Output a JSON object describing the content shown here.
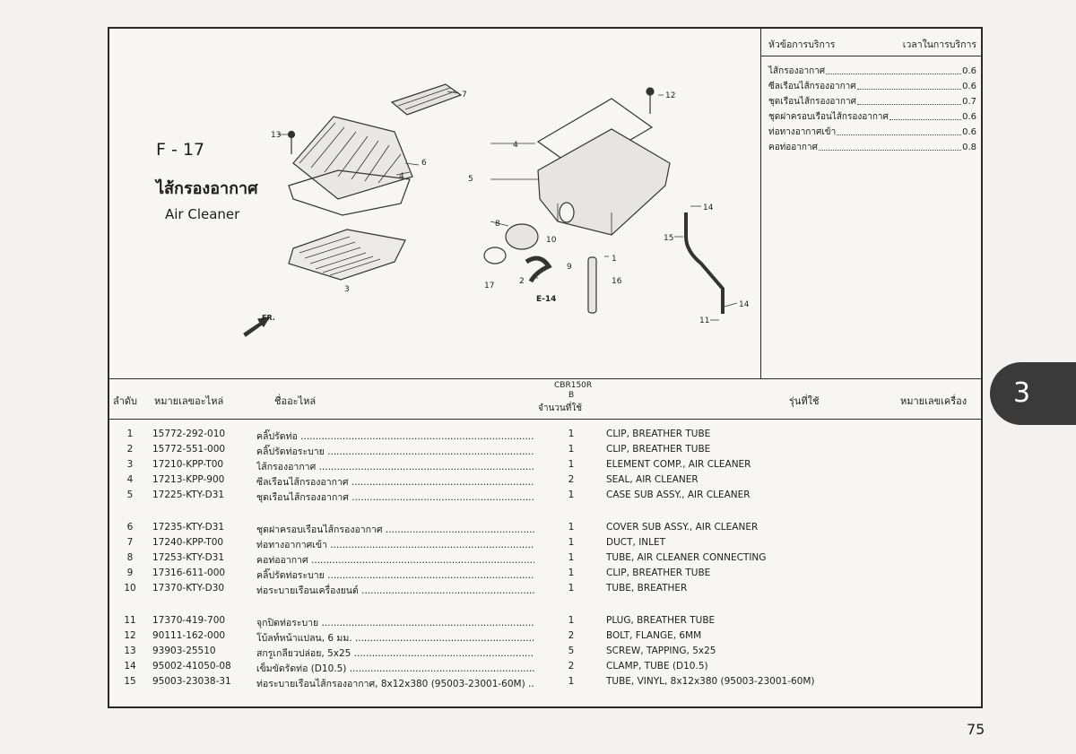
{
  "figure": {
    "code": "F - 17",
    "title_thai": "ไส้กรองอากาศ",
    "title_en": "Air Cleaner",
    "callouts": [
      "1",
      "2",
      "3",
      "4",
      "4",
      "5",
      "6",
      "7",
      "8",
      "9",
      "10",
      "11",
      "12",
      "13",
      "14",
      "14",
      "15",
      "16",
      "17"
    ],
    "ref_label": "E-14",
    "front_label": "FR."
  },
  "service": {
    "header_item": "หัวข้อการบริการ",
    "header_time": "เวลาในการบริการ",
    "items": [
      {
        "name": "ไส้กรองอากาศ",
        "time": "0.6"
      },
      {
        "name": "ซีลเรือนไส้กรองอากาศ",
        "time": "0.6"
      },
      {
        "name": "ชุดเรือนไส้กรองอากาศ",
        "time": "0.7"
      },
      {
        "name": "ชุดฝาครอบเรือนไส้กรองอากาศ",
        "time": "0.6"
      },
      {
        "name": "ท่อทางอากาศเข้า",
        "time": "0.6"
      },
      {
        "name": "คอท่ออากาศ",
        "time": "0.8"
      }
    ]
  },
  "table": {
    "headers": {
      "index": "ลำดับ",
      "part_no": "หมายเลขอะไหล่",
      "name": "ชื่ออะไหล่",
      "model": "CBR150R",
      "model_code": "B",
      "qty": "จำนวนที่ใช้",
      "used_model": "รุ่นที่ใช้",
      "engine_no": "หมายเลขเครื่อง"
    },
    "rows": [
      {
        "idx": "1",
        "part": "15772-292-010",
        "name": "คลิ๊ปรัดท่อ",
        "qty": "1",
        "desc": "CLIP, BREATHER TUBE"
      },
      {
        "idx": "2",
        "part": "15772-551-000",
        "name": "คลิ๊ปรัดท่อระบาย",
        "qty": "1",
        "desc": "CLIP, BREATHER TUBE"
      },
      {
        "idx": "3",
        "part": "17210-KPP-T00",
        "name": "ไส้กรองอากาศ",
        "qty": "1",
        "desc": "ELEMENT COMP., AIR CLEANER"
      },
      {
        "idx": "4",
        "part": "17213-KPP-900",
        "name": "ซีลเรือนไส้กรองอากาศ",
        "qty": "2",
        "desc": "SEAL, AIR CLEANER"
      },
      {
        "idx": "5",
        "part": "17225-KTY-D31",
        "name": "ชุดเรือนไส้กรองอากาศ",
        "qty": "1",
        "desc": "CASE SUB ASSY., AIR CLEANER"
      },
      {
        "idx": "6",
        "part": "17235-KTY-D31",
        "name": "ชุดฝาครอบเรือนไส้กรองอากาศ",
        "qty": "1",
        "desc": "COVER SUB ASSY., AIR CLEANER"
      },
      {
        "idx": "7",
        "part": "17240-KPP-T00",
        "name": "ท่อทางอากาศเข้า",
        "qty": "1",
        "desc": "DUCT, INLET"
      },
      {
        "idx": "8",
        "part": "17253-KTY-D31",
        "name": "คอท่ออากาศ",
        "qty": "1",
        "desc": "TUBE, AIR CLEANER CONNECTING"
      },
      {
        "idx": "9",
        "part": "17316-611-000",
        "name": "คลิ๊ปรัดท่อระบาย",
        "qty": "1",
        "desc": "CLIP, BREATHER TUBE"
      },
      {
        "idx": "10",
        "part": "17370-KTY-D30",
        "name": "ท่อระบายเรือนเครื่องยนต์",
        "qty": "1",
        "desc": "TUBE, BREATHER"
      },
      {
        "idx": "11",
        "part": "17370-419-700",
        "name": "จุกปิดท่อระบาย",
        "qty": "1",
        "desc": "PLUG, BREATHER TUBE"
      },
      {
        "idx": "12",
        "part": "90111-162-000",
        "name": "โบ้ลท์หน้าแปลน, 6 มม.",
        "qty": "2",
        "desc": "BOLT, FLANGE, 6MM"
      },
      {
        "idx": "13",
        "part": "93903-25510",
        "name": "สกรูเกลียวปล่อย, 5x25",
        "qty": "5",
        "desc": "SCREW, TAPPING, 5x25"
      },
      {
        "idx": "14",
        "part": "95002-41050-08",
        "name": "เข็มขัดรัดท่อ (D10.5)",
        "qty": "2",
        "desc": "CLAMP, TUBE (D10.5)"
      },
      {
        "idx": "15",
        "part": "95003-23038-31",
        "name": "ท่อระบายเรือนไส้กรองอากาศ, 8x12x380 (95003-23001-60M) ..",
        "qty": "1",
        "desc": "TUBE, VINYL, 8x12x380 (95003-23001-60M)"
      }
    ]
  },
  "section_tab": "3",
  "page_number": "75"
}
